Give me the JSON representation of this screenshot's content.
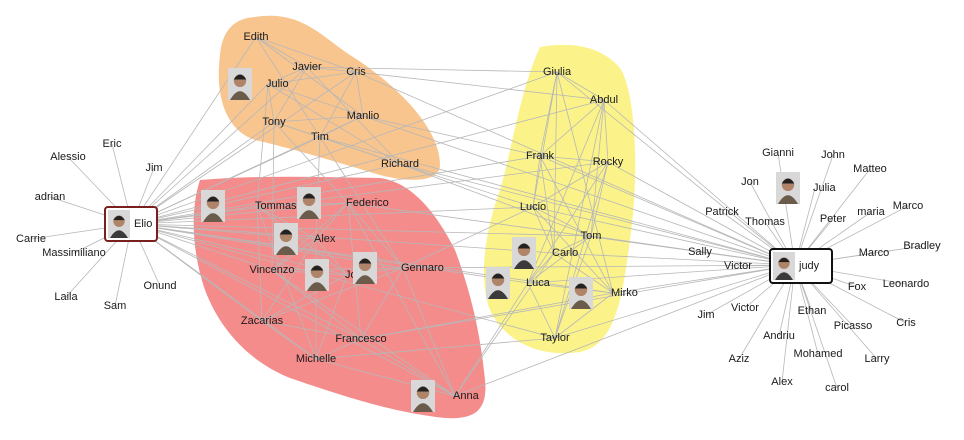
{
  "graph": {
    "colors": {
      "group_orange": "#f9c58f",
      "group_red": "#f58c8c",
      "group_yellow": "#fbf38a",
      "edge": "#b7b7b7",
      "focus_left_border": "#7a1f1f",
      "focus_left_text": "#7a1f1f",
      "focus_right_border": "#111111"
    },
    "focus_nodes": [
      {
        "id": "elio",
        "label": "Elio",
        "icon": "person-photo-icon"
      },
      {
        "id": "judy",
        "label": "judy",
        "icon": "person-photo-icon"
      }
    ],
    "groups": [
      {
        "id": "group-orange",
        "members": [
          "Edith",
          "Javier",
          "Cris",
          "Julio",
          "Manlio",
          "Tony",
          "Tim",
          "Richard"
        ]
      },
      {
        "id": "group-red",
        "members": [
          "Tommaso",
          "Federico",
          "Alex",
          "Vincenzo",
          "Jose",
          "Gennaro",
          "Zacarias",
          "Francesco",
          "Michelle",
          "Anna"
        ]
      },
      {
        "id": "group-yellow",
        "members": [
          "Giulia",
          "Abdul",
          "Frank",
          "Rocky",
          "Lucio",
          "Tom",
          "Carlo",
          "Luca",
          "Mirko",
          "Taylor"
        ]
      }
    ],
    "labels": {
      "Edith": "Edith",
      "Javier": "Javier",
      "Cris": "Cris",
      "Julio": "Julio",
      "Manlio": "Manlio",
      "Tony": "Tony",
      "Tim": "Tim",
      "Richard": "Richard",
      "Tommaso": "Tommaso",
      "Federico": "Federico",
      "Alex": "Alex",
      "Vincenzo": "Vincenzo",
      "Jose": "Jose",
      "Gennaro": "Gennaro",
      "Zacarias": "Zacarias",
      "Francesco": "Francesco",
      "Michelle": "Michelle",
      "Anna": "Anna",
      "Giulia": "Giulia",
      "Abdul": "Abdul",
      "Frank": "Frank",
      "Rocky": "Rocky",
      "Lucio": "Lucio",
      "Tom": "Tom",
      "Carlo": "Carlo",
      "Luca": "Luca",
      "Mirko": "Mirko",
      "Taylor": "Taylor",
      "Eric": "Eric",
      "Alessio": "Alessio",
      "Jim_l": "Jim",
      "adrian": "adrian",
      "Carrie": "Carrie",
      "Massimiliano": "Massimiliano",
      "Laila": "Laila",
      "Sam": "Sam",
      "Onund": "Onund",
      "Gianni": "Gianni",
      "John": "John",
      "Jon": "Jon",
      "Julia": "Julia",
      "Matteo": "Matteo",
      "Patrick": "Patrick",
      "Thomas": "Thomas",
      "Peter": "Peter",
      "maria": "maria",
      "Marco1": "Marco",
      "Bradley": "Bradley",
      "Marco2": "Marco",
      "Sally": "Sally",
      "Victor1": "Victor",
      "Leonardo": "Leonardo",
      "Fox": "Fox",
      "Jim_r": "Jim",
      "Victor2": "Victor",
      "Ethan": "Ethan",
      "Picasso": "Picasso",
      "Cris_r": "Cris",
      "Andriu": "Andriu",
      "Mohamed": "Mohamed",
      "Larry": "Larry",
      "Aziz": "Aziz",
      "Alex_r": "Alex",
      "carol": "carol"
    },
    "photo_nodes": [
      "Julio",
      "Tommaso",
      "Federico",
      "Alex",
      "Jose",
      "Gennaro",
      "Anna",
      "Carlo",
      "Luca",
      "Mirko",
      "Julia"
    ]
  }
}
